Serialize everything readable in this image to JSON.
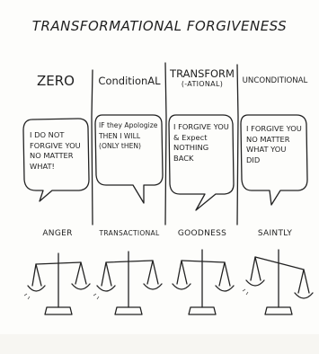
{
  "title": "TRANSFORMATIONAL FORGIVENESS",
  "columns": [
    {
      "heading": "ZERO",
      "subheading": "",
      "quote": "I DO NOT\nFORGIVE YOU\nNO MATTER\nWHAT!",
      "emotion": "ANGER"
    },
    {
      "heading": "ConditionAL",
      "subheading": "",
      "quote": "IF they Apologize\nTHEN I WILL\n(ONLY tHEN)",
      "emotion": "TRANSACTIONAL"
    },
    {
      "heading": "TRANSFORM",
      "subheading": "(-ATIONAL)",
      "quote": "I FORGIVE YOU\n& Expect\nNOTHING\nBACK",
      "emotion": "GOODNESS"
    },
    {
      "heading": "UNCONDITIONAL",
      "subheading": "",
      "quote": "I FORGIVE YOU\nNO MATTER\nWHAT YOU\nDID",
      "emotion": "SAINTLY"
    }
  ]
}
